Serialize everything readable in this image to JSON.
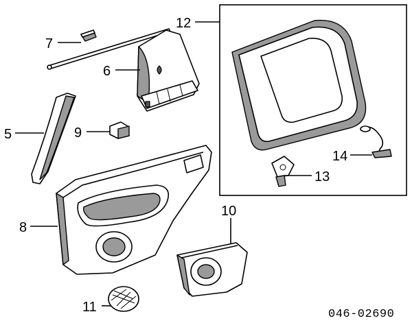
{
  "diagram": {
    "reference_code": "046-02690",
    "callouts": [
      {
        "id": "c5",
        "label": "5"
      },
      {
        "id": "c6",
        "label": "6"
      },
      {
        "id": "c7",
        "label": "7"
      },
      {
        "id": "c8",
        "label": "8"
      },
      {
        "id": "c9",
        "label": "9"
      },
      {
        "id": "c10",
        "label": "10"
      },
      {
        "id": "c11",
        "label": "11"
      },
      {
        "id": "c12",
        "label": "12"
      },
      {
        "id": "c13",
        "label": "13"
      },
      {
        "id": "c14",
        "label": "14"
      }
    ],
    "colors": {
      "line": "#000000",
      "shade": "#9a9a9a",
      "background": "#ffffff"
    }
  }
}
